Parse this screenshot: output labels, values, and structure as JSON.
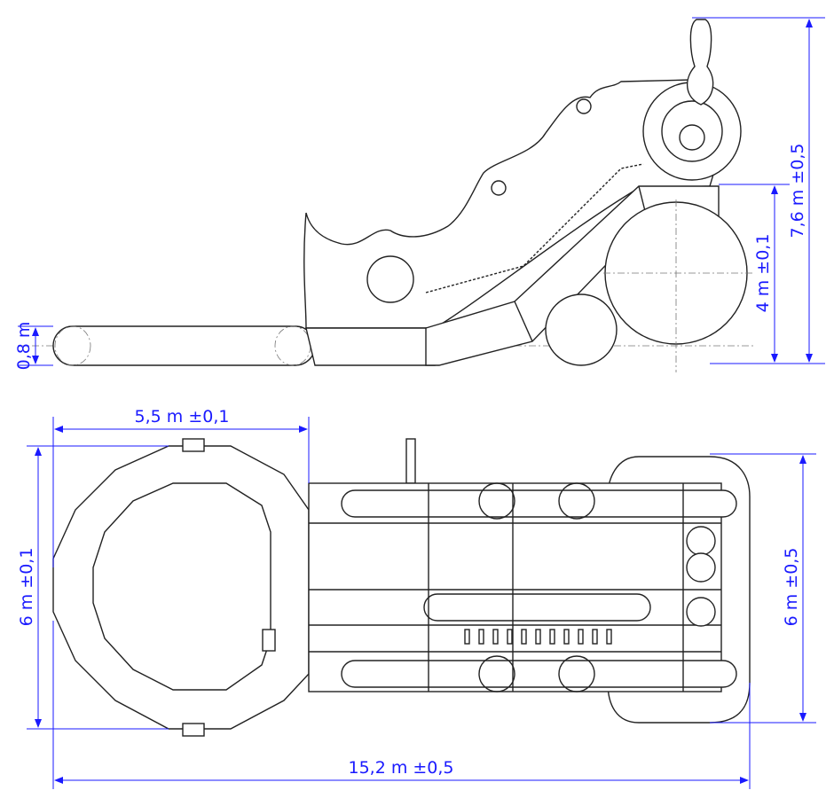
{
  "drawing": {
    "side_view": {
      "dimensions": {
        "total_height": "7,6 m ±0,5",
        "platform_height": "4 m ±0,1",
        "tube_height": "0,8 m"
      }
    },
    "plan_view": {
      "dimensions": {
        "ring_width": "5,5 m ±0,1",
        "ring_depth": "6 m ±0,1",
        "body_depth": "6 m ±0,5",
        "total_length": "15,2 m ±0,5"
      }
    },
    "colors": {
      "dimension": "#1a1aff",
      "outline": "#222222"
    }
  }
}
